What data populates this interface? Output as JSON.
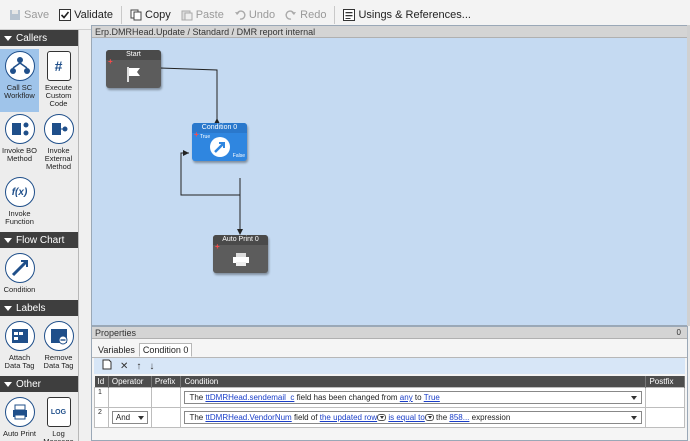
{
  "toolbar": {
    "save": "Save",
    "validate": "Validate",
    "copy": "Copy",
    "paste": "Paste",
    "undo": "Undo",
    "redo": "Redo",
    "usings": "Usings & References..."
  },
  "toolbox": {
    "callers": {
      "title": "Callers",
      "items": [
        {
          "label": "Call SC\nWorkflow",
          "icon": "workflow-icon"
        },
        {
          "label": "Execute\nCustom\nCode",
          "icon": "code-icon"
        },
        {
          "label": "Invoke BO\nMethod",
          "icon": "bo-method-icon"
        },
        {
          "label": "Invoke\nExternal\nMethod",
          "icon": "external-method-icon"
        },
        {
          "label": "Invoke\nFunction",
          "icon": "function-icon"
        }
      ]
    },
    "flowchart": {
      "title": "Flow Chart",
      "items": [
        {
          "label": "Condition",
          "icon": "condition-icon"
        }
      ]
    },
    "labels": {
      "title": "Labels",
      "items": [
        {
          "label": "Attach\nData Tag",
          "icon": "attach-tag-icon"
        },
        {
          "label": "Remove\nData Tag",
          "icon": "remove-tag-icon"
        }
      ]
    },
    "other": {
      "title": "Other",
      "items": [
        {
          "label": "Auto Print",
          "icon": "printer-icon"
        },
        {
          "label": "Log\nMessage",
          "icon": "log-icon"
        }
      ]
    }
  },
  "canvas": {
    "title": "Erp.DMRHead.Update / Standard / DMR report internal",
    "nodes": {
      "start": "Start",
      "condition": "Condition 0",
      "condition_true": "True",
      "condition_false": "False",
      "autoprint": "Auto Print 0"
    }
  },
  "properties": {
    "title": "Properties",
    "pin": "0",
    "tabs": [
      "Variables",
      "Condition 0"
    ],
    "columns": [
      "Id",
      "Operator",
      "Prefix",
      "Condition",
      "Postfix"
    ],
    "rows": [
      {
        "id": "1",
        "operator": "",
        "prefix": "",
        "t1": "The ",
        "l1": "ttDMRHead.sendemail_c",
        "t2": " field has been changed from ",
        "l2": "any",
        "t3": " to ",
        "l3": "True"
      },
      {
        "id": "2",
        "operator": "And",
        "prefix": "",
        "t1": "The ",
        "l1": "ttDMRHead.VendorNum",
        "t2": " field of ",
        "l2": "the updated row",
        "t3": " ",
        "l3": "is equal to",
        "t4": " the ",
        "l4": "858...",
        "t5": " expression"
      }
    ]
  }
}
